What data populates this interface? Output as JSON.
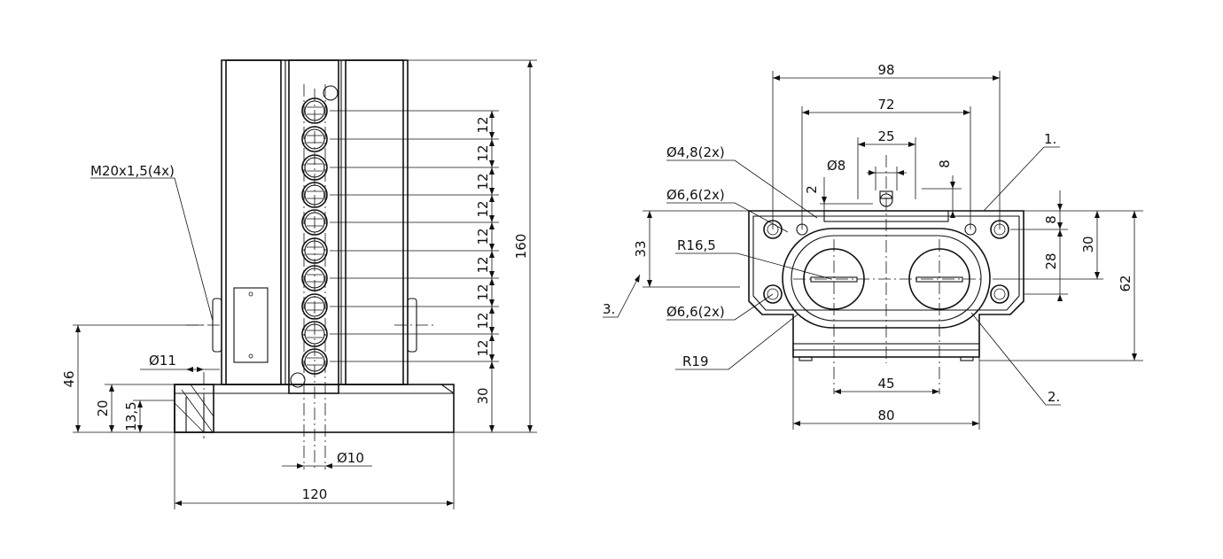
{
  "front_view": {
    "thread_note": "M20x1,5(4x)",
    "bore_dia": "Ø11",
    "pin_dia": "Ø10",
    "height_total": "160",
    "height_base": "46",
    "height_20": "20",
    "height_13_5": "13,5",
    "width_base": "120",
    "pitch_bottom": "30",
    "pitch": "12"
  },
  "side_view": {
    "w98": "98",
    "w72": "72",
    "w25": "25",
    "d8": "Ø8",
    "s8_top": "8",
    "s2": "2",
    "hole_4_8": "Ø4,8(2x)",
    "hole_6_6_top": "Ø6,6(2x)",
    "hole_6_6_bottom": "Ø6,6(2x)",
    "r16_5": "R16,5",
    "r19": "R19",
    "h33": "33",
    "h8": "8",
    "h28": "28",
    "h30": "30",
    "h62": "62",
    "w45": "45",
    "w80": "80",
    "ref1": "1.",
    "ref2": "2.",
    "ref3": "3."
  }
}
